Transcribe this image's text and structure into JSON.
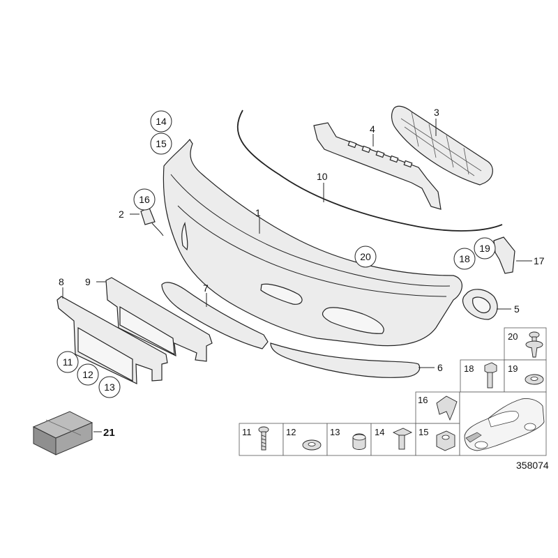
{
  "callouts": {
    "c1": "1",
    "c2": "2",
    "c3": "3",
    "c4": "4",
    "c5": "5",
    "c6": "6",
    "c7": "7",
    "c8": "8",
    "c9": "9",
    "c10": "10",
    "c11": "11",
    "c12": "12",
    "c13": "13",
    "c14": "14",
    "c15": "15",
    "c16": "16",
    "c17": "17",
    "c18": "18",
    "c19": "19",
    "c20": "20",
    "c21": "21"
  },
  "grid": {
    "g11": "11",
    "g12": "12",
    "g13": "13",
    "g14": "14",
    "g15": "15",
    "g16": "16",
    "g18": "18",
    "g19": "19",
    "g20": "20"
  },
  "diagram_number": "358074"
}
